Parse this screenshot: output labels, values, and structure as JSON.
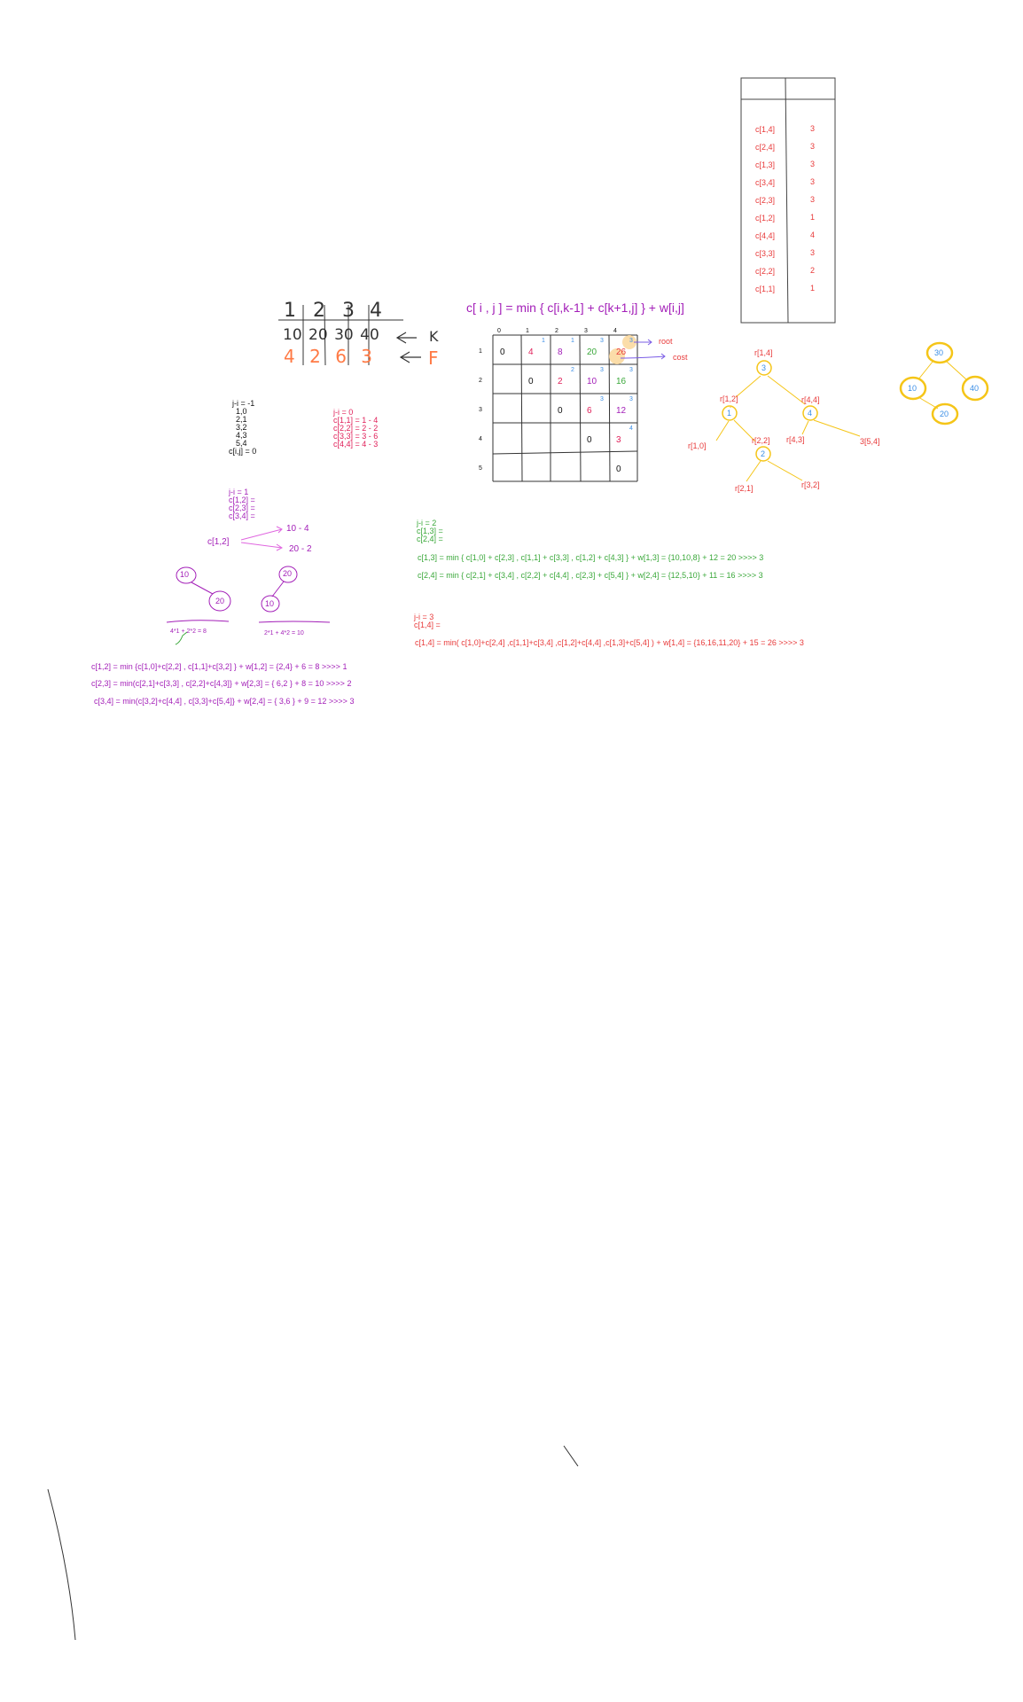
{
  "formula": "c[ i , j ] = min { c[i,k-1] + c[k+1,j] } + w[i,j]",
  "kf_table": {
    "keys": [
      "1",
      "2",
      "3",
      "4"
    ],
    "k_values": [
      "10",
      "20",
      "30",
      "40"
    ],
    "f_values": [
      "4",
      "2",
      "6",
      "3"
    ],
    "k_label": "K",
    "f_label": "F"
  },
  "side_table": {
    "rows": [
      {
        "cell": "c[1,4]",
        "value": "3"
      },
      {
        "cell": "c[2,4]",
        "value": "3"
      },
      {
        "cell": "c[1,3]",
        "value": "3"
      },
      {
        "cell": "c[3,4]",
        "value": "3"
      },
      {
        "cell": "c[2,3]",
        "value": "3"
      },
      {
        "cell": "c[1,2]",
        "value": "1"
      },
      {
        "cell": "c[4,4]",
        "value": "4"
      },
      {
        "cell": "c[3,3]",
        "value": "3"
      },
      {
        "cell": "c[2,2]",
        "value": "2"
      },
      {
        "cell": "c[1,1]",
        "value": "1"
      }
    ]
  },
  "jm1_block": {
    "header": "j-i = -1",
    "lines": [
      "1,0",
      "2,1",
      "3,2",
      "4,3",
      "5,4"
    ],
    "footer": "c[i,j] = 0"
  },
  "j0_block": {
    "header": "j-i = 0",
    "lines": [
      "c[1,1] = 1 - 4",
      "c[2,2] = 2 - 2",
      "c[3,3] = 3 - 6",
      "c[4,4] = 4 - 3"
    ]
  },
  "j1_block": {
    "header": "j-i = 1",
    "lines": [
      "c[1,2] =",
      "c[2,3] =",
      "c[3,4] ="
    ]
  },
  "c12_sketch": {
    "label": "c[1,2]",
    "option_a": "10  -  4",
    "option_b": "20  - 2",
    "tree_a_root": "10",
    "tree_a_child": "20",
    "tree_b_root": "20",
    "tree_b_child": "10",
    "calc_a": "4*1 + 2*2 = 8",
    "calc_b": "2*1 + 4*2 = 10"
  },
  "j1_equations": [
    "c[1,2] = min {c[1,0]+c[2,2] , c[1,1]+c[3,2] } + w[1,2] = {2,4} + 6 = 8      >>>> 1",
    "c[2,3] = min(c[2,1]+c[3,3] , c[2,2]+c[4,3]} + w[2,3] = { 6,2 } + 8 = 10  >>>> 2",
    "c[3,4] = min(c[3,2]+c[4,4] , c[3,3]+c[5,4]} + w[2,4] = { 3,6 } + 9 = 12 >>>> 3"
  ],
  "j2_block": {
    "header": "j-i = 2",
    "lines": [
      "c[1,3] =",
      "c[2,4] ="
    ],
    "equations": [
      "c[1,3] = min { c[1,0] + c[2,3] , c[1,1] + c[3,3] , c[1,2] + c[4,3] } + w[1,3] = {10,10,8} + 12 = 20 >>>> 3",
      "c[2,4] = min { c[2,1] + c[3,4] , c[2,2] + c[4,4] , c[2,3] + c[5,4] } + w[2,4] = {12,5,10} + 11 = 16 >>>> 3"
    ]
  },
  "j3_block": {
    "header": "j-i = 3",
    "lines": [
      "c[1,4] ="
    ],
    "equation": "c[1,4] = min( c[1,0]+c[2,4] ,c[1,1]+c[3,4] ,c[1,2]+c[4,4] ,c[1,3]+c[5,4] ) + w[1,4] = {16,16,11,20} + 15 = 26 >>>> 3"
  },
  "grid": {
    "col_labels": [
      "0",
      "1",
      "2",
      "3",
      "4"
    ],
    "row_labels": [
      "1",
      "2",
      "3",
      "4",
      "5"
    ],
    "cells": [
      {
        "row": 1,
        "col": 0,
        "cost": "0",
        "root": "",
        "color": "#111111"
      },
      {
        "row": 1,
        "col": 1,
        "cost": "4",
        "root": "1",
        "color": "#e0205a"
      },
      {
        "row": 1,
        "col": 2,
        "cost": "8",
        "root": "1",
        "color": "#a31fb8"
      },
      {
        "row": 1,
        "col": 3,
        "cost": "20",
        "root": "3",
        "color": "#3aa83a"
      },
      {
        "row": 1,
        "col": 4,
        "cost": "26",
        "root": "3",
        "color": "#e83a3a"
      },
      {
        "row": 2,
        "col": 1,
        "cost": "0",
        "root": "",
        "color": "#111111"
      },
      {
        "row": 2,
        "col": 2,
        "cost": "2",
        "root": "2",
        "color": "#e0205a"
      },
      {
        "row": 2,
        "col": 3,
        "cost": "10",
        "root": "3",
        "color": "#a31fb8"
      },
      {
        "row": 2,
        "col": 4,
        "cost": "16",
        "root": "3",
        "color": "#3aa83a"
      },
      {
        "row": 3,
        "col": 2,
        "cost": "0",
        "root": "",
        "color": "#111111"
      },
      {
        "row": 3,
        "col": 3,
        "cost": "6",
        "root": "3",
        "color": "#e0205a"
      },
      {
        "row": 3,
        "col": 4,
        "cost": "12",
        "root": "3",
        "color": "#a31fb8"
      },
      {
        "row": 4,
        "col": 3,
        "cost": "0",
        "root": "",
        "color": "#111111"
      },
      {
        "row": 4,
        "col": 4,
        "cost": "3",
        "root": "4",
        "color": "#e0205a"
      },
      {
        "row": 5,
        "col": 4,
        "cost": "0",
        "root": "",
        "color": "#111111"
      }
    ],
    "root_arrow_label": "root",
    "cost_arrow_label": "cost"
  },
  "root_tree": {
    "top_label": "r[1,4]",
    "root_node": "3",
    "left_label": "r[1,2]",
    "left_node": "1",
    "right_label": "r[4,4]",
    "right_node": "4",
    "ll_label": "r[1,0]",
    "lr_label": "r[2,2]",
    "lr_node": "2",
    "rl_label": "r[4,3]",
    "rr_label": "3[5,4]",
    "lrl_label": "r[2,1]",
    "lrr_label": "r[3,2]"
  },
  "final_tree": {
    "root": "30",
    "left": "10",
    "right": "40",
    "left_right": "20"
  },
  "colors": {
    "purple": "#a31fb8",
    "pink": "#e0205a",
    "red": "#e83a3a",
    "green": "#3aa83a",
    "blue": "#3a8ee6",
    "gold": "#f5c518",
    "orange": "#ff7a45"
  }
}
